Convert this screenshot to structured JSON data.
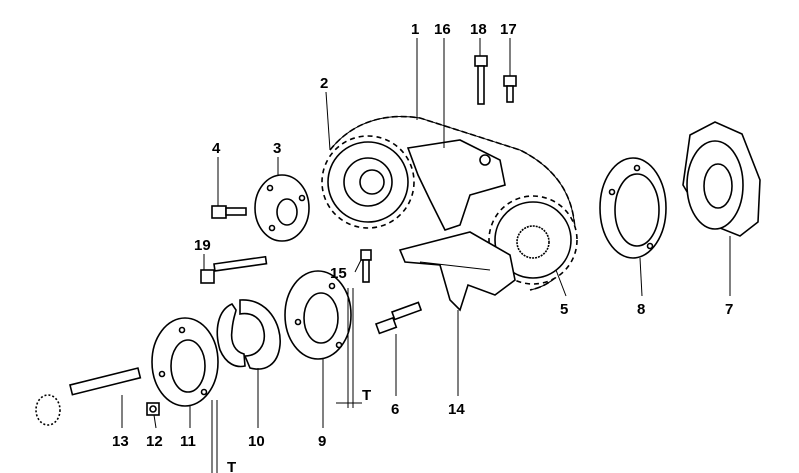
{
  "callouts": [
    {
      "id": "1",
      "label": "1"
    },
    {
      "id": "2",
      "label": "2"
    },
    {
      "id": "3",
      "label": "3"
    },
    {
      "id": "4",
      "label": "4"
    },
    {
      "id": "5",
      "label": "5"
    },
    {
      "id": "6",
      "label": "6"
    },
    {
      "id": "7",
      "label": "7"
    },
    {
      "id": "8",
      "label": "8"
    },
    {
      "id": "9",
      "label": "9"
    },
    {
      "id": "10",
      "label": "10"
    },
    {
      "id": "11",
      "label": "11"
    },
    {
      "id": "12",
      "label": "12"
    },
    {
      "id": "13",
      "label": "13"
    },
    {
      "id": "14",
      "label": "14"
    },
    {
      "id": "15",
      "label": "15"
    },
    {
      "id": "16",
      "label": "16"
    },
    {
      "id": "17",
      "label": "17"
    },
    {
      "id": "18",
      "label": "18"
    },
    {
      "id": "19",
      "label": "19"
    }
  ],
  "dimension_marks": [
    {
      "id": "t-upper",
      "label": "T"
    },
    {
      "id": "t-lower",
      "label": "T"
    }
  ]
}
